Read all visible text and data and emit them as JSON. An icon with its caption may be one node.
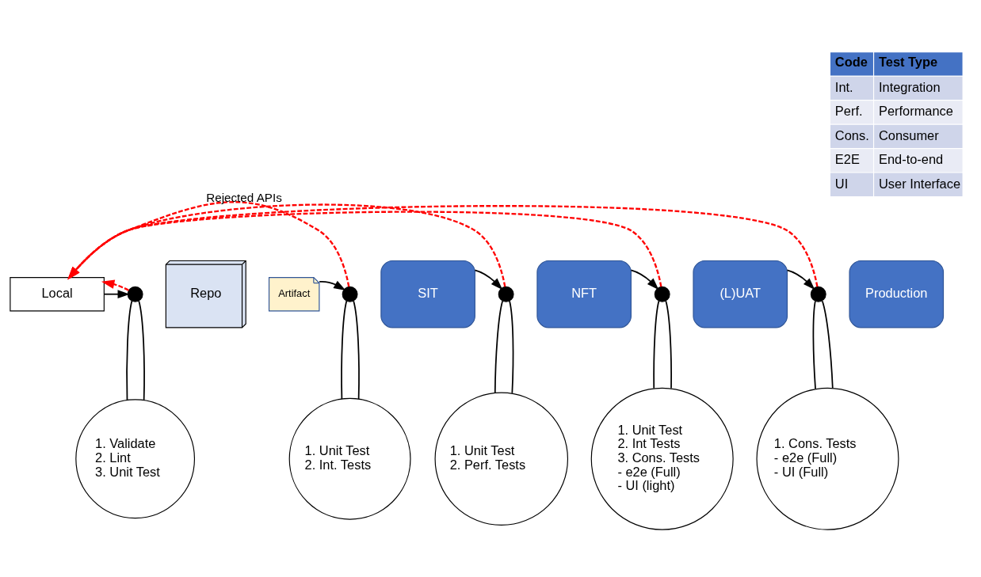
{
  "diagram": {
    "nodes": [
      {
        "text": [
          "Local"
        ]
      },
      {
        "text": [],
        "shape": "circle"
      },
      {
        "text": [
          "Repo"
        ]
      },
      {
        "text": [
          "Artifact"
        ]
      },
      {
        "text": [],
        "shape": "circle"
      },
      {
        "text": [
          "SIT"
        ]
      },
      {
        "text": [],
        "shape": "circle"
      },
      {
        "text": [
          "NFT"
        ]
      },
      {
        "text": [],
        "shape": "circle"
      },
      {
        "text": [
          "(L)UAT"
        ]
      },
      {
        "text": [],
        "shape": "circle"
      },
      {
        "text": [
          "Production"
        ]
      },
      {
        "text": [
          "1. Validate",
          "2. Lint",
          "3. Unit Test"
        ]
      },
      {
        "text": [
          "1. Unit Test",
          "2. Int. Tests"
        ]
      },
      {
        "text": [
          "1. Unit Test",
          "2. Perf. Tests"
        ]
      },
      {
        "text": [
          "1. Unit Test",
          "2. Int Tests",
          "3. Cons. Tests",
          "- e2e (Full)",
          "- UI (light)"
        ]
      },
      {
        "text": [
          "1. Cons. Tests",
          "- e2e (Full)",
          "- UI (Full)"
        ]
      }
    ],
    "edges": [
      {
        "from": 0,
        "to": 1,
        "arrow": "to"
      },
      {
        "from": 3,
        "to": 4,
        "arrow": "to"
      },
      {
        "from": 5,
        "to": 6,
        "arrow": "to"
      },
      {
        "from": 7,
        "to": 8,
        "arrow": "to"
      },
      {
        "from": 9,
        "to": 10,
        "arrow": "to"
      },
      {
        "from": 1,
        "to": 0,
        "arrow": "to",
        "style": "dashed",
        "color": "#ff0000"
      },
      {
        "from": 4,
        "to": 0,
        "arrow": "to",
        "style": "dashed",
        "color": "#ff0000"
      },
      {
        "from": 6,
        "to": 0,
        "arrow": "to",
        "style": "dashed",
        "color": "#ff0000",
        "label": "Rejected APIs"
      },
      {
        "from": 8,
        "to": 0,
        "arrow": "to",
        "style": "dashed",
        "color": "#ff0000"
      },
      {
        "from": 10,
        "to": 0,
        "arrow": "to",
        "style": "dashed",
        "color": "#ff0000"
      },
      {
        "from": 1,
        "to": 12,
        "arrow": "none"
      },
      {
        "from": 1,
        "to": 12,
        "arrow": "none"
      },
      {
        "from": 4,
        "to": 13,
        "arrow": "none"
      },
      {
        "from": 4,
        "to": 13,
        "arrow": "none"
      },
      {
        "from": 6,
        "to": 14,
        "arrow": "none"
      },
      {
        "from": 6,
        "to": 14,
        "arrow": "none"
      },
      {
        "from": 8,
        "to": 15,
        "arrow": "none"
      },
      {
        "from": 8,
        "to": 15,
        "arrow": "none"
      },
      {
        "from": 10,
        "to": 16,
        "arrow": "none"
      },
      {
        "from": 10,
        "to": 16,
        "arrow": "none"
      }
    ],
    "labels": [
      "Code",
      "Test Type",
      "Int.",
      "Integration",
      "Perf.",
      "Performance",
      "Cons.",
      "Consumer",
      "E2E",
      "End-to-end",
      "UI",
      "User Interface"
    ]
  }
}
